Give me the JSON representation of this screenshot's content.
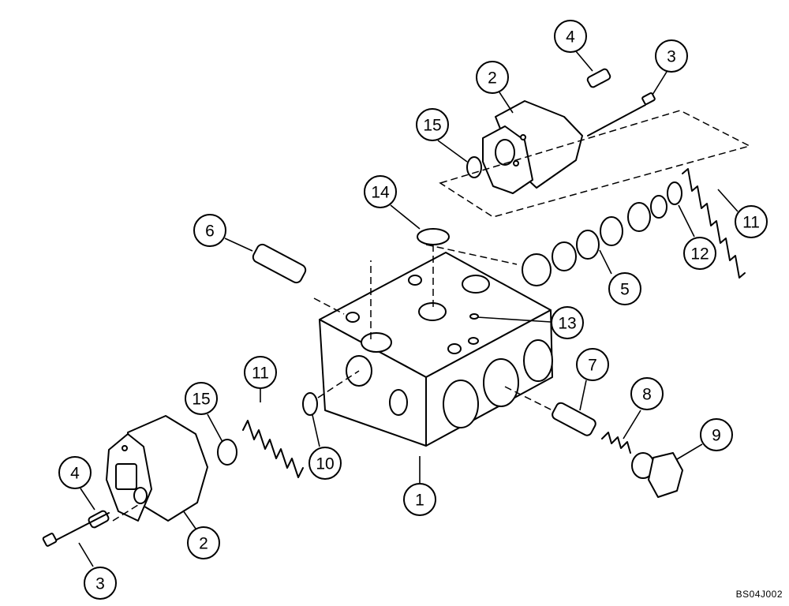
{
  "figure_code": "BS04J002",
  "callouts": [
    "1",
    "2",
    "3",
    "4",
    "5",
    "6",
    "7",
    "8",
    "9",
    "10",
    "11",
    "12",
    "13",
    "14",
    "15"
  ],
  "colors": {
    "line": "#000000",
    "background": "#ffffff"
  }
}
